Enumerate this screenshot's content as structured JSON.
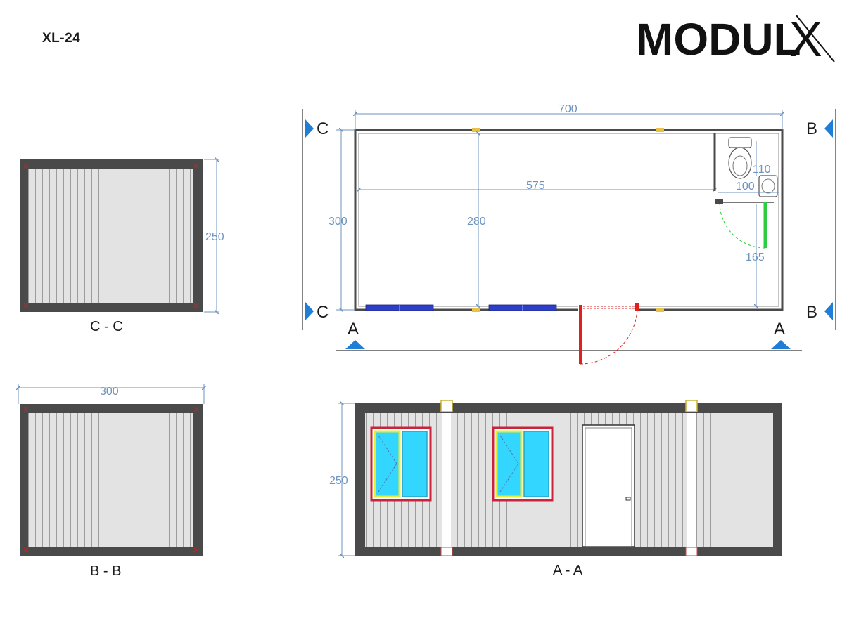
{
  "model_code": "XL-24",
  "brand": {
    "name": "MODUL",
    "name_suffix": "X"
  },
  "sections": {
    "cc": "C - C",
    "bb": "B - B",
    "aa": "A - A"
  },
  "markers": {
    "c_top": "C",
    "c_bottom": "C",
    "b_top": "B",
    "b_bottom": "B",
    "a_left": "A",
    "a_right": "A"
  },
  "dimensions": {
    "length": "700",
    "width": "300",
    "inner_width": "280",
    "room_length": "575",
    "wc_depth": "110",
    "wc_width": "100",
    "wc_door_offset": "165",
    "cc_height": "250",
    "bb_width": "300",
    "aa_height": "250"
  },
  "colors": {
    "frame": "#4a4a4a",
    "panel": "#e3e3e3",
    "panel_rib": "#9c9c9c",
    "dimension": "#6d93bf",
    "marker": "#1f7fd6",
    "door": "#e01f1f",
    "window_frame": "#c9233d",
    "window_glass": "#33d6ff",
    "window_sash": "#e4ee3a",
    "plan_window": "#2d3fc9",
    "wc_partition_door": "#2ecc40"
  }
}
